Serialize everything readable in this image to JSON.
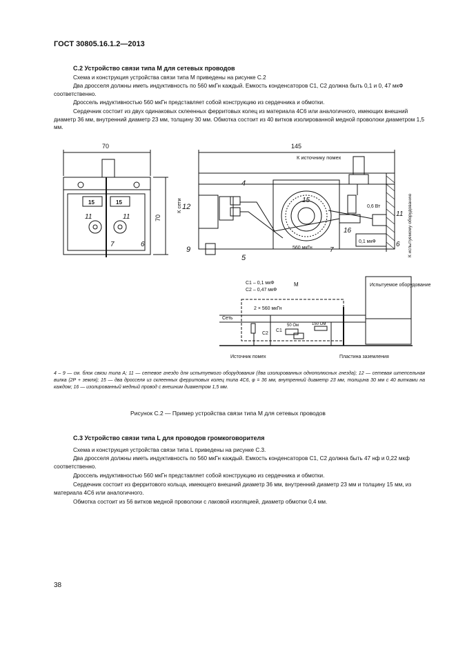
{
  "header": {
    "doc_id": "ГОСТ 30805.16.1.2—2013"
  },
  "section_c2": {
    "title": "С.2 Устройство связи типа М для сетевых проводов",
    "p1": "Схема и конструкция устройства связи типа М приведены на рисунке С.2",
    "p2": "Два дросселя должны иметь индуктивность по 560 мкГн каждый. Емкость конденсаторов С1, С2 должна быть 0,1 и 0, 47 мкФ соответственно.",
    "p3": "Дроссель индуктивностью 560 мкГн представляет собой конструкцию из сердечника и обмотки.",
    "p4": "Сердечник состоит из двух одинаковых склеенных ферритовых колец из материала 4С6 или аналогичного, имеющих внешний диаметр 36 мм, внутренний диаметр 23 мм, толщину 30 мм. Обмотка состоит из 40 витков изолированной медной проволоки диаметром 1,5 мм."
  },
  "figure": {
    "dim_70_top": "70",
    "dim_145": "145",
    "dim_70_side": "70",
    "label_k_istochniku": "К источнику помех",
    "label_k_seti": "К сети",
    "label_k_ispyt": "К испытуемому оборудованию",
    "num_4": "4",
    "num_5": "5",
    "num_6": "6",
    "num_7": "7",
    "num_9": "9",
    "num_11": "11",
    "num_12": "12",
    "num_15": "15",
    "num_16": "16",
    "lbl_560": "560 мкГн",
    "lbl_06vt": "0,6 Вт",
    "lbl_01mkf": "0,1 мкФ",
    "lbl_50om": "50 Ом",
    "sch_c1": "С1 – 0,1 мкФ",
    "sch_c2": "С2 – 0,47 мкФ",
    "sch_m": "М",
    "sch_2x560": "2 × 560 мкГн",
    "sch_set": "Сеть",
    "sch_istochnik": "Источник помех",
    "sch_plastina": "Пластина заземления",
    "sch_ispyt": "Испытуемое оборудование",
    "sch_150m": "150 Ом",
    "sch_c1_short": "С1",
    "sch_c2_short": "С2"
  },
  "caption": {
    "legend": "4 – 9 — см. блок связи типа А; 11 — сетевое гнездо для испытуемого оборудования (два изолированных однополюсных гнезда); 12 — сетевая штепсельная вилка (2Р + земля); 15 — два дросселя из склеенных ферритовых колец типа 4С6, φ = 36 мм, внутренний диаметр 23 мм, толщина 30 мм с 40 витками на каждом; 16 — изолированный медный провод с внешним диаметром 1,5 мм.",
    "title": "Рисунок С.2 — Пример устройства связи типа М для сетевых проводов"
  },
  "section_c3": {
    "title": "С.3 Устройство связи типа L для проводов громкоговорителя",
    "p1": "Схема и конструкция устройства связи типа L приведены на рисунке С.3.",
    "p2": "Два дросселя должны иметь индуктивность по 560 мкГн каждый. Емкость конденсаторов С1, С2 должна быть 47 нф и 0,22 мкф соответственно.",
    "p3": "Дроссель индуктивностью 560 мкГн представляет собой конструкцию из сердечника и обмотки.",
    "p4": "Сердечник состоит из ферритового кольца, имеющего внешний диаметр 36 мм, внутренний диаметр 23 мм и толщину 15 мм, из материала 4С6 или аналогичного.",
    "p5": "Обмотка состоит из 56 витков медной проволоки с лаковой изоляцией, диаметр обмотки 0,4 мм."
  },
  "footer": {
    "page_number": "38"
  }
}
